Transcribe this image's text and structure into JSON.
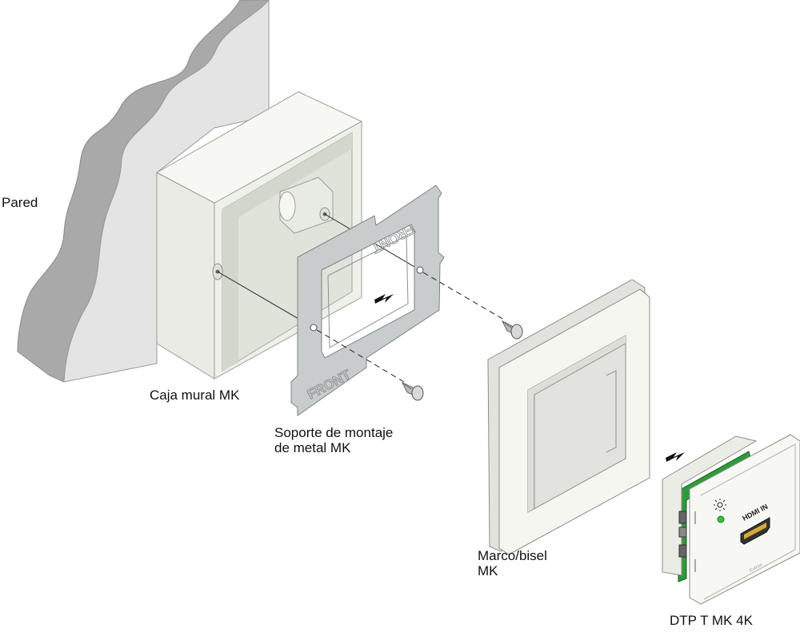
{
  "labels": {
    "wall": "Pared",
    "wall_box": "Caja mural MK",
    "bracket_line1": "Soporte de montaje",
    "bracket_line2": "de metal MK",
    "frame_line1": "Marco/bisel",
    "frame_line2": "MK",
    "device": "DTP T MK 4K"
  },
  "embossed": {
    "bracket_top": "FRONT",
    "bracket_bottom": "FRONT",
    "port_label": "HDMI IN",
    "brand_mark": "Extron"
  },
  "colors": {
    "wall_face": "#e4e4e4",
    "wall_edge": "#a9a9a9",
    "box_front": "#eef0ea",
    "box_interior": "#e3e6de",
    "bracket_metal": "#c9cccc",
    "frame_white": "#f6f6f1",
    "device_pcb": "#2f9a3a",
    "led_green": "#3bbf3b"
  },
  "icons": [
    "light-sun-icon",
    "status-led-icon",
    "hdmi-port-icon",
    "insert-arrow-icon"
  ]
}
